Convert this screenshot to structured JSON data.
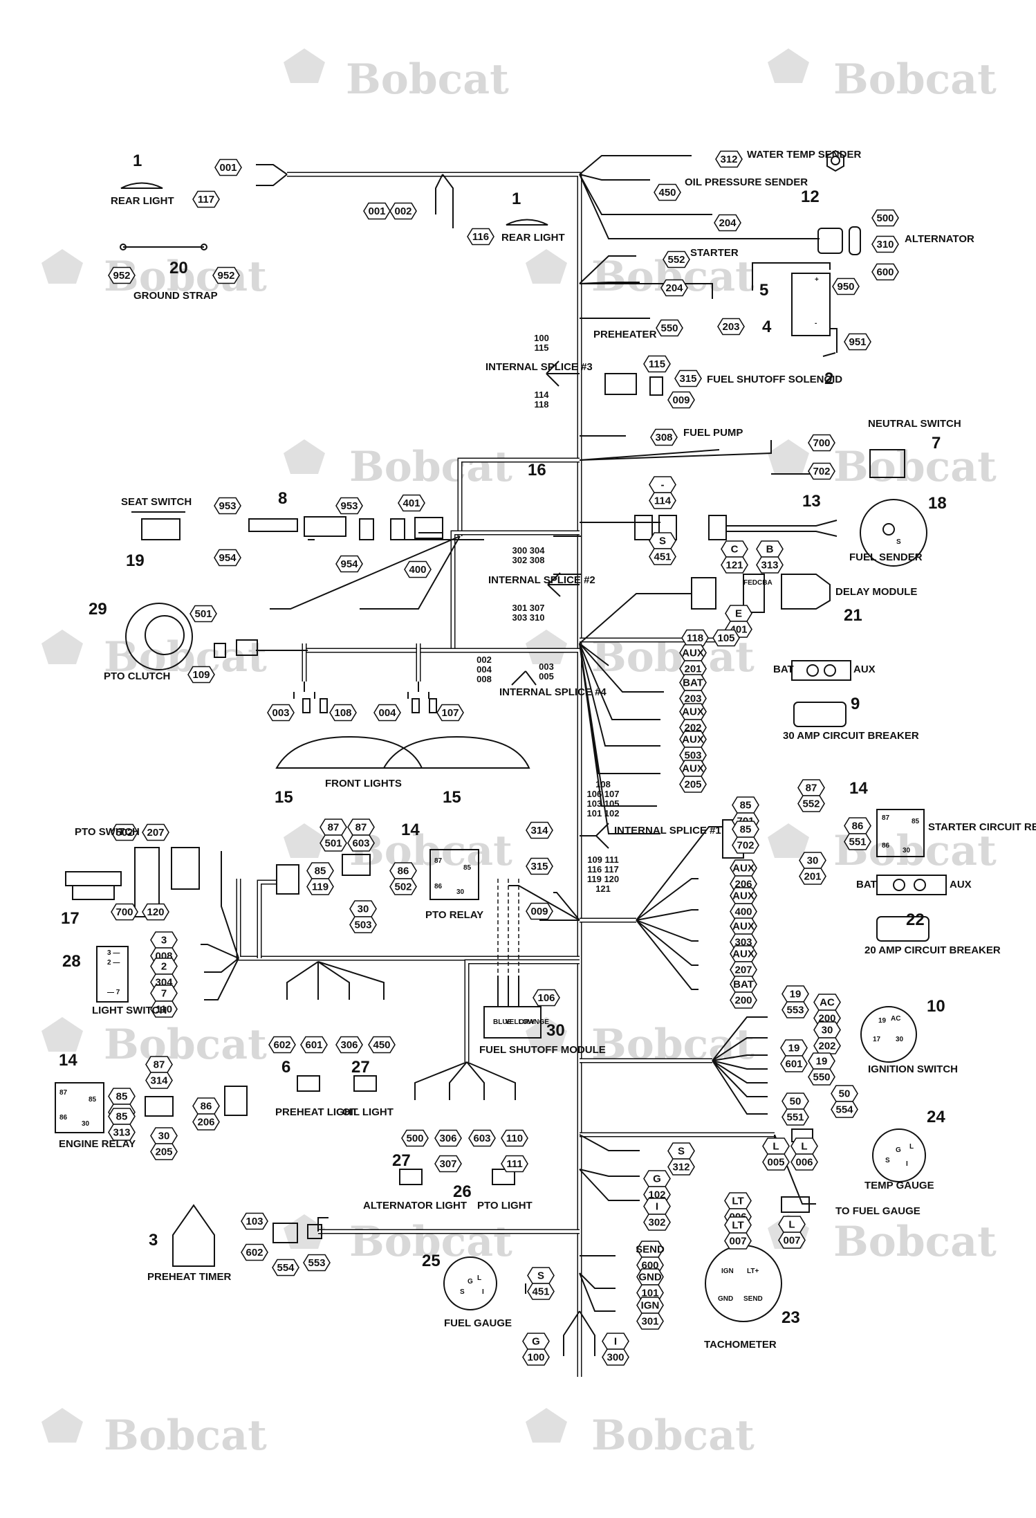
{
  "watermark": "Bobcat",
  "components": [
    {
      "id": "c1a",
      "num": "1",
      "label": "REAR LIGHT"
    },
    {
      "id": "c1b",
      "num": "1",
      "label": "REAR LIGHT"
    },
    {
      "id": "c20",
      "num": "20",
      "label": "GROUND STRAP"
    },
    {
      "id": "c12",
      "num": "12",
      "label": ""
    },
    {
      "id": "alt",
      "num": "",
      "label": "ALTERNATOR"
    },
    {
      "id": "c5",
      "num": "5",
      "label": "STARTER"
    },
    {
      "id": "c4",
      "num": "4",
      "label": ""
    },
    {
      "id": "c2",
      "num": "2",
      "label": ""
    },
    {
      "id": "pre",
      "num": "",
      "label": "PREHEATER"
    },
    {
      "id": "fss",
      "num": "",
      "label": "FUEL SHUTOFF SOLENOID"
    },
    {
      "id": "fp",
      "num": "",
      "label": "FUEL PUMP"
    },
    {
      "id": "c7",
      "num": "7",
      "label": "NEUTRAL SWITCH"
    },
    {
      "id": "c16",
      "num": "16",
      "label": ""
    },
    {
      "id": "c8",
      "num": "8",
      "label": ""
    },
    {
      "id": "c19",
      "num": "19",
      "label": "SEAT SWITCH"
    },
    {
      "id": "c13",
      "num": "13",
      "label": ""
    },
    {
      "id": "c18",
      "num": "18",
      "label": "FUEL SENDER"
    },
    {
      "id": "c21",
      "num": "21",
      "label": "DELAY MODULE"
    },
    {
      "id": "c29",
      "num": "29",
      "label": "PTO CLUTCH"
    },
    {
      "id": "c9",
      "num": "9",
      "label": "30 AMP CIRCUIT BREAKER"
    },
    {
      "id": "c15a",
      "num": "15",
      "label": "FRONT LIGHTS"
    },
    {
      "id": "c15b",
      "num": "15",
      "label": ""
    },
    {
      "id": "c14a",
      "num": "14",
      "label": "STARTER CIRCUIT RELAY"
    },
    {
      "id": "c14b",
      "num": "14",
      "label": "PTO RELAY"
    },
    {
      "id": "c17",
      "num": "17",
      "label": "PTO SWITCH"
    },
    {
      "id": "c22",
      "num": "22",
      "label": "20 AMP CIRCUIT BREAKER"
    },
    {
      "id": "c28",
      "num": "28",
      "label": "LIGHT SWITCH"
    },
    {
      "id": "c30",
      "num": "30",
      "label": "FUEL SHUTOFF MODULE"
    },
    {
      "id": "c10",
      "num": "10",
      "label": "IGNITION SWITCH"
    },
    {
      "id": "c14c",
      "num": "14",
      "label": "ENGINE RELAY"
    },
    {
      "id": "c6",
      "num": "6",
      "label": "PREHEAT LIGHT"
    },
    {
      "id": "c27a",
      "num": "27",
      "label": "OIL LIGHT"
    },
    {
      "id": "c24",
      "num": "24",
      "label": "TEMP GAUGE"
    },
    {
      "id": "c27b",
      "num": "27",
      "label": "ALTERNATOR LIGHT"
    },
    {
      "id": "c26",
      "num": "26",
      "label": "PTO LIGHT"
    },
    {
      "id": "c3",
      "num": "3",
      "label": "PREHEAT TIMER"
    },
    {
      "id": "c25",
      "num": "25",
      "label": "FUEL GAUGE"
    },
    {
      "id": "c23",
      "num": "23",
      "label": "TACHOMETER"
    }
  ],
  "labels": {
    "water_temp": "WATER TEMP SENDER",
    "oil_pressure": "OIL PRESSURE SENDER",
    "to_fuel_gauge": "TO FUEL GAUGE",
    "splice3": "INTERNAL SPLICE #3",
    "splice2": "INTERNAL SPLICE #2",
    "splice4": "INTERNAL SPLICE #4",
    "splice1": "INTERNAL SPLICE #1",
    "bat": "BAT",
    "aux": "AUX",
    "wire_blue": "BLUE",
    "wire_yellow": "YELLOW",
    "wire_orange": "ORANGE"
  },
  "splice_codes": {
    "s3_top": [
      "100",
      "115"
    ],
    "s3_bot": [
      "114",
      "118"
    ],
    "s2_top": [
      "300 304",
      "302 308"
    ],
    "s2_bot": [
      "301 307",
      "303 310"
    ],
    "s4_left": [
      "002",
      "004",
      "008"
    ],
    "s4_right": [
      "003",
      "005"
    ],
    "s1_top": [
      "108",
      "106 107",
      "103 105",
      "101 102"
    ],
    "s1_bot": [
      "109 111",
      "116 117",
      "119 120",
      "121"
    ]
  },
  "tags": [
    [
      "001"
    ],
    [
      "117"
    ],
    [
      "001"
    ],
    [
      "002"
    ],
    [
      "116"
    ],
    [
      "952"
    ],
    [
      "952"
    ],
    [
      "312"
    ],
    [
      "450"
    ],
    [
      "204"
    ],
    [
      "500"
    ],
    [
      "310"
    ],
    [
      "600"
    ],
    [
      "552"
    ],
    [
      "204"
    ],
    [
      "950"
    ],
    [
      "203"
    ],
    [
      "951"
    ],
    [
      "550"
    ],
    [
      "115"
    ],
    [
      "315"
    ],
    [
      "009"
    ],
    [
      "308"
    ],
    [
      "700"
    ],
    [
      "702"
    ],
    [
      "953"
    ],
    [
      "954"
    ],
    [
      "953"
    ],
    [
      "954"
    ],
    [
      "401"
    ],
    [
      "400"
    ],
    [
      "-",
      "114"
    ],
    [
      "S",
      "451"
    ],
    [
      "C",
      "121"
    ],
    [
      "B",
      "313"
    ],
    [
      "E",
      "401"
    ],
    [
      "501"
    ],
    [
      "109"
    ],
    [
      "118"
    ],
    [
      "105"
    ],
    [
      "AUX",
      "201"
    ],
    [
      "BAT",
      "203"
    ],
    [
      "AUX",
      "202"
    ],
    [
      "AUX",
      "503"
    ],
    [
      "AUX",
      "205"
    ],
    [
      "003"
    ],
    [
      "108"
    ],
    [
      "004"
    ],
    [
      "107"
    ],
    [
      "87",
      "552"
    ],
    [
      "85",
      "701"
    ],
    [
      "85",
      "702"
    ],
    [
      "86",
      "551"
    ],
    [
      "30",
      "201"
    ],
    [
      "502"
    ],
    [
      "207"
    ],
    [
      "700"
    ],
    [
      "120"
    ],
    [
      "87",
      "501"
    ],
    [
      "87",
      "603"
    ],
    [
      "85",
      "119"
    ],
    [
      "86",
      "502"
    ],
    [
      "30",
      "503"
    ],
    [
      "314"
    ],
    [
      "315"
    ],
    [
      "009"
    ],
    [
      "AUX",
      "206"
    ],
    [
      "AUX",
      "400"
    ],
    [
      "AUX",
      "303"
    ],
    [
      "AUX",
      "207"
    ],
    [
      "BAT",
      "200"
    ],
    [
      "3",
      "008"
    ],
    [
      "2",
      "304"
    ],
    [
      "7",
      "110"
    ],
    [
      "602"
    ],
    [
      "601"
    ],
    [
      "306"
    ],
    [
      "450"
    ],
    [
      "106"
    ],
    [
      "19",
      "553"
    ],
    [
      "AC",
      "200"
    ],
    [
      "30",
      "202"
    ],
    [
      "19",
      "601"
    ],
    [
      "19",
      "550"
    ],
    [
      "50",
      "554"
    ],
    [
      "50",
      "551"
    ],
    [
      "87",
      "314"
    ],
    [
      "85",
      "701"
    ],
    [
      "85",
      "313"
    ],
    [
      "86",
      "206"
    ],
    [
      "30",
      "205"
    ],
    [
      "500"
    ],
    [
      "306"
    ],
    [
      "603"
    ],
    [
      "110"
    ],
    [
      "307"
    ],
    [
      "111"
    ],
    [
      "S",
      "312"
    ],
    [
      "L",
      "005"
    ],
    [
      "L",
      "006"
    ],
    [
      "G",
      "102"
    ],
    [
      "I",
      "302"
    ],
    [
      "LT",
      "006"
    ],
    [
      "LT",
      "007"
    ],
    [
      "L",
      "007"
    ],
    [
      "103"
    ],
    [
      "602"
    ],
    [
      "554"
    ],
    [
      "553"
    ],
    [
      "S",
      "451"
    ],
    [
      "SEND",
      "600"
    ],
    [
      "GND",
      "101"
    ],
    [
      "IGN",
      "301"
    ],
    [
      "G",
      "100"
    ],
    [
      "I",
      "300"
    ]
  ],
  "relay_pins": {
    "p87": "87",
    "p85": "85",
    "p86": "86",
    "p30": "30"
  },
  "switch_pins": {
    "p3": "3 —",
    "p2": "2 —",
    "p7": "— 7"
  },
  "gauge_pins": {
    "s": "S",
    "g": "G",
    "l": "L",
    "i": "I",
    "ign": "IGN",
    "lt": "LT+",
    "gnd": "GND",
    "send": "SEND",
    "b": "B",
    "ac": "AC",
    "s17": "17",
    "s19": "19",
    "s30": "30",
    "s50": "50"
  },
  "misc": {
    "plus": "+",
    "minus": "-",
    "relay_bar": "|",
    "fuel_s": "S",
    "delay_code": "FEDCBA"
  }
}
